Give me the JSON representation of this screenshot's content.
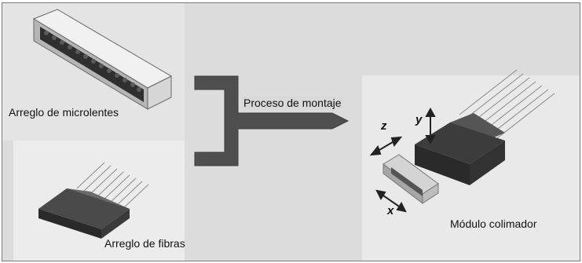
{
  "labels": {
    "microlens_array": "Arreglo de microlentes",
    "assembly_process": "Proceso de montaje",
    "fiber_array": "Arreglo de fibras",
    "collimator_module": "Módulo colimador"
  },
  "axes": {
    "x": "x",
    "y": "y",
    "z": "z"
  },
  "colors": {
    "background": "#dcdcdc",
    "arrow_fill": "#4f4f4f",
    "component_dark": "#333333",
    "component_light": "#c8c8c8",
    "text": "#111111"
  }
}
